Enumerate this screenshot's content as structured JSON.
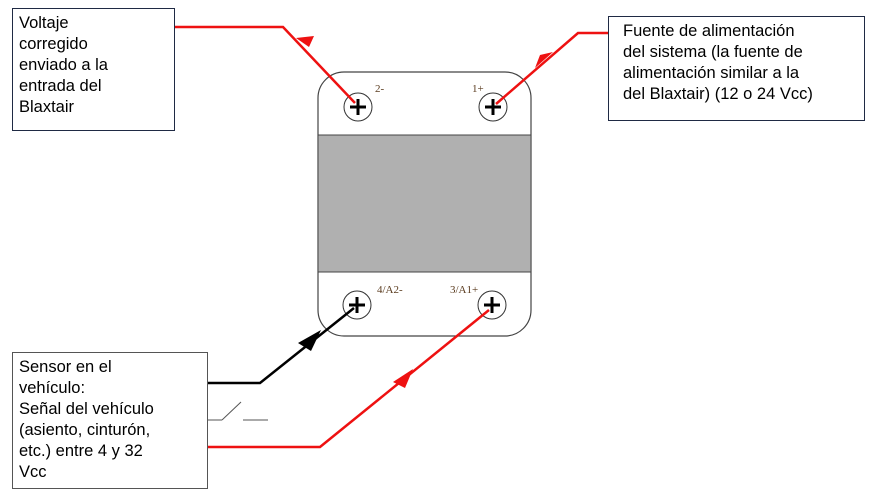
{
  "terminals": {
    "t2": "2-",
    "t1": "1+",
    "t4": "4/A2-",
    "t3": "3/A1+"
  },
  "callouts": {
    "voltage": [
      "Voltaje",
      "corregido",
      "enviado a la",
      "entrada del",
      "Blaxtair"
    ],
    "supply": [
      "Fuente de alimentación",
      "del sistema (la fuente de",
      "alimentación similar a la",
      "del Blaxtair) (12 o 24 Vcc)"
    ],
    "sensor": [
      "Sensor en el",
      "vehículo:",
      "Señal del vehículo",
      "(asiento, cinturón,",
      "etc.) entre 4 y 32",
      "Vcc"
    ]
  },
  "colors": {
    "wire_red": "#ee1111",
    "wire_black": "#000000",
    "relay_band": "#b0b0b0",
    "relay_border": "#444444",
    "box_border": "#1f2a44"
  },
  "icons": [
    "screw-terminal-icon",
    "switch-icon",
    "arrow-icon"
  ]
}
